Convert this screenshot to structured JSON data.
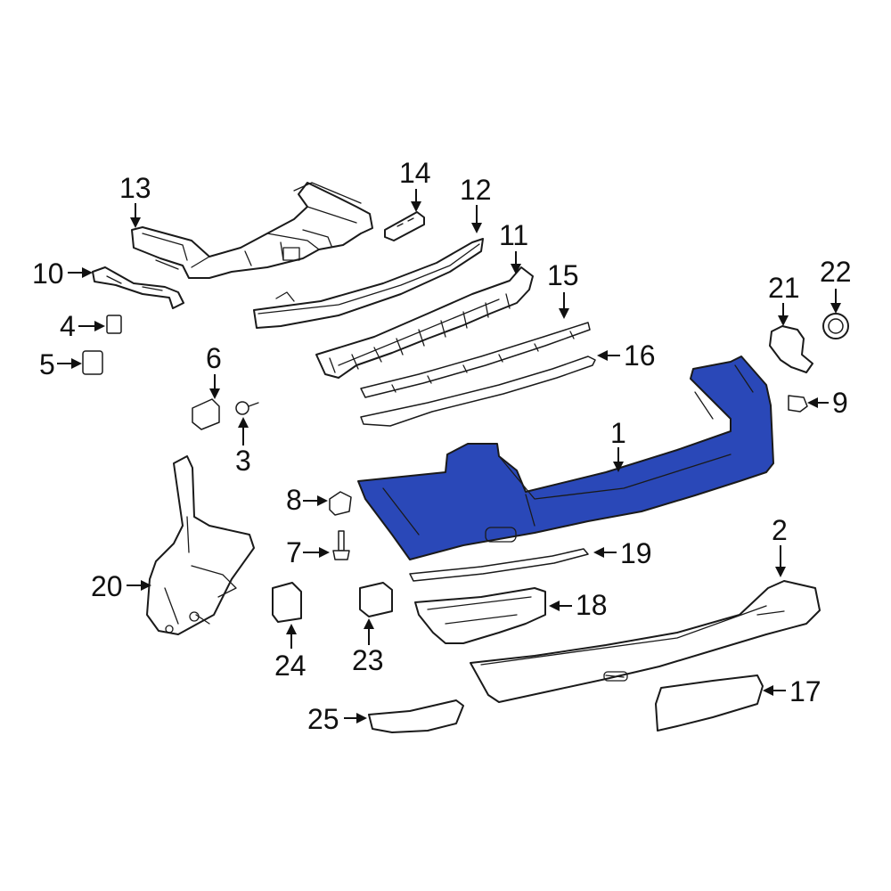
{
  "highlight_color": "#2a48b8",
  "callouts": [
    {
      "id": "1",
      "label": "1"
    },
    {
      "id": "2",
      "label": "2"
    },
    {
      "id": "3",
      "label": "3"
    },
    {
      "id": "4",
      "label": "4"
    },
    {
      "id": "5",
      "label": "5"
    },
    {
      "id": "6",
      "label": "6"
    },
    {
      "id": "7",
      "label": "7"
    },
    {
      "id": "8",
      "label": "8"
    },
    {
      "id": "9",
      "label": "9"
    },
    {
      "id": "10",
      "label": "10"
    },
    {
      "id": "11",
      "label": "11"
    },
    {
      "id": "12",
      "label": "12"
    },
    {
      "id": "13",
      "label": "13"
    },
    {
      "id": "14",
      "label": "14"
    },
    {
      "id": "15",
      "label": "15"
    },
    {
      "id": "16",
      "label": "16"
    },
    {
      "id": "17",
      "label": "17"
    },
    {
      "id": "18",
      "label": "18"
    },
    {
      "id": "19",
      "label": "19"
    },
    {
      "id": "20",
      "label": "20"
    },
    {
      "id": "21",
      "label": "21"
    },
    {
      "id": "22",
      "label": "22"
    },
    {
      "id": "23",
      "label": "23"
    },
    {
      "id": "24",
      "label": "24"
    },
    {
      "id": "25",
      "label": "25"
    }
  ]
}
